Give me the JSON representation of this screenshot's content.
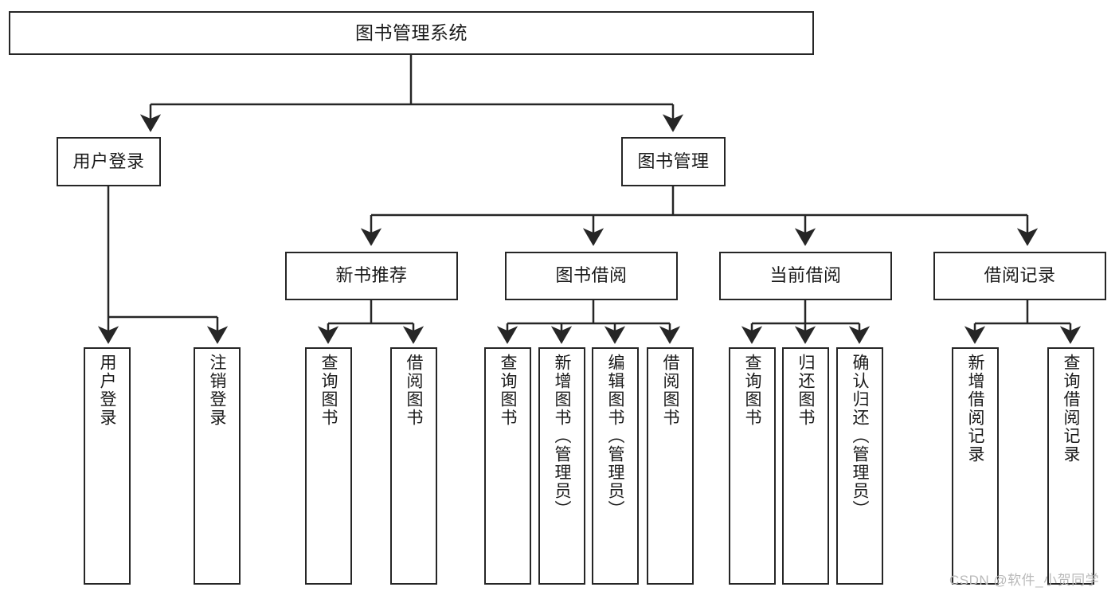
{
  "diagram": {
    "title": "图书管理系统",
    "type": "tree-hierarchy",
    "watermark": "CSDN @软件_小贺同学",
    "root": {
      "id": "root",
      "label": "图书管理系统"
    },
    "level2": [
      {
        "id": "user-login",
        "label": "用户登录"
      },
      {
        "id": "book-management",
        "label": "图书管理"
      }
    ],
    "level3": [
      {
        "id": "new-book-recommend",
        "label": "新书推荐",
        "parent": "book-management"
      },
      {
        "id": "book-borrow",
        "label": "图书借阅",
        "parent": "book-management"
      },
      {
        "id": "current-borrow",
        "label": "当前借阅",
        "parent": "book-management"
      },
      {
        "id": "borrow-record",
        "label": "借阅记录",
        "parent": "book-management"
      }
    ],
    "leaves": [
      {
        "id": "leaf-user-login",
        "label": "用户登录",
        "parent": "user-login"
      },
      {
        "id": "leaf-logout",
        "label": "注销登录",
        "parent": "user-login"
      },
      {
        "id": "leaf-query-book-1",
        "label": "查询图书",
        "parent": "new-book-recommend"
      },
      {
        "id": "leaf-borrow-book-1",
        "label": "借阅图书",
        "parent": "new-book-recommend"
      },
      {
        "id": "leaf-query-book-2",
        "label": "查询图书",
        "parent": "book-borrow"
      },
      {
        "id": "leaf-add-book",
        "label": "新增图书（管理员）",
        "parent": "book-borrow"
      },
      {
        "id": "leaf-edit-book",
        "label": "编辑图书（管理员）",
        "parent": "book-borrow"
      },
      {
        "id": "leaf-borrow-book-2",
        "label": "借阅图书",
        "parent": "book-borrow"
      },
      {
        "id": "leaf-query-book-3",
        "label": "查询图书",
        "parent": "current-borrow"
      },
      {
        "id": "leaf-return-book",
        "label": "归还图书",
        "parent": "current-borrow"
      },
      {
        "id": "leaf-confirm-return",
        "label": "确认归还（管理员）",
        "parent": "current-borrow"
      },
      {
        "id": "leaf-add-record",
        "label": "新增借阅记录",
        "parent": "borrow-record"
      },
      {
        "id": "leaf-query-record",
        "label": "查询借阅记录",
        "parent": "borrow-record"
      }
    ],
    "colors": {
      "stroke": "#262626",
      "fill": "#ffffff",
      "text": "#1a1a1a",
      "watermark": "#b9b9b9"
    }
  }
}
